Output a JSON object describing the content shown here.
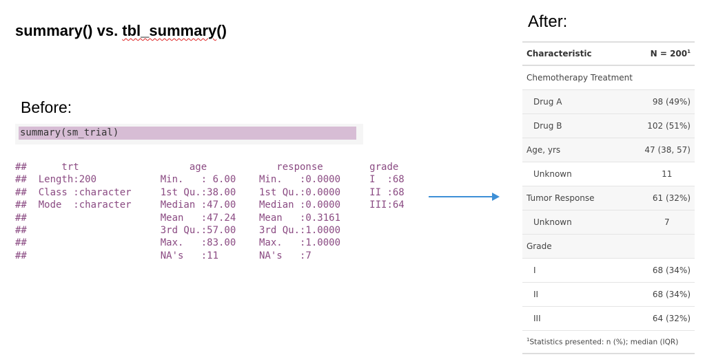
{
  "title": {
    "prefix": "summary() vs. ",
    "fn": "tbl_summary",
    "suffix": "()"
  },
  "before_label": "Before:",
  "after_label": "After:",
  "code": "summary(sm_trial)",
  "output_lines": [
    "##      trt                   age            response        grade",
    "##  Length:200           Min.   : 6.00    Min.   :0.0000     I  :68",
    "##  Class :character     1st Qu.:38.00    1st Qu.:0.0000     II :68",
    "##  Mode  :character     Median :47.00    Median :0.0000     III:64",
    "##                       Mean   :47.24    Mean   :0.3161",
    "##                       3rd Qu.:57.00    3rd Qu.:1.0000",
    "##                       Max.   :83.00    Max.   :1.0000",
    "##                       NA's   :11       NA's   :7"
  ],
  "arrow_color": "#3d8fd6",
  "table": {
    "header": {
      "characteristic": "Characteristic",
      "n": "N = 200",
      "footnote_mark": "1"
    },
    "rows": [
      {
        "label": "Chemotherapy Treatment",
        "value": ""
      },
      {
        "label": "Drug A",
        "value": "98 (49%)"
      },
      {
        "label": "Drug B",
        "value": "102 (51%)"
      },
      {
        "label": "Age, yrs",
        "value": "47 (38, 57)"
      },
      {
        "label": "Unknown",
        "value": "11"
      },
      {
        "label": "Tumor Response",
        "value": "61 (32%)"
      },
      {
        "label": "Unknown",
        "value": "7"
      },
      {
        "label": "Grade",
        "value": ""
      },
      {
        "label": "I",
        "value": "68 (34%)"
      },
      {
        "label": "II",
        "value": "68 (34%)"
      },
      {
        "label": "III",
        "value": "64 (32%)"
      }
    ],
    "footnote_mark": "1",
    "footnote": "Statistics presented: n (%); median (IQR)"
  }
}
